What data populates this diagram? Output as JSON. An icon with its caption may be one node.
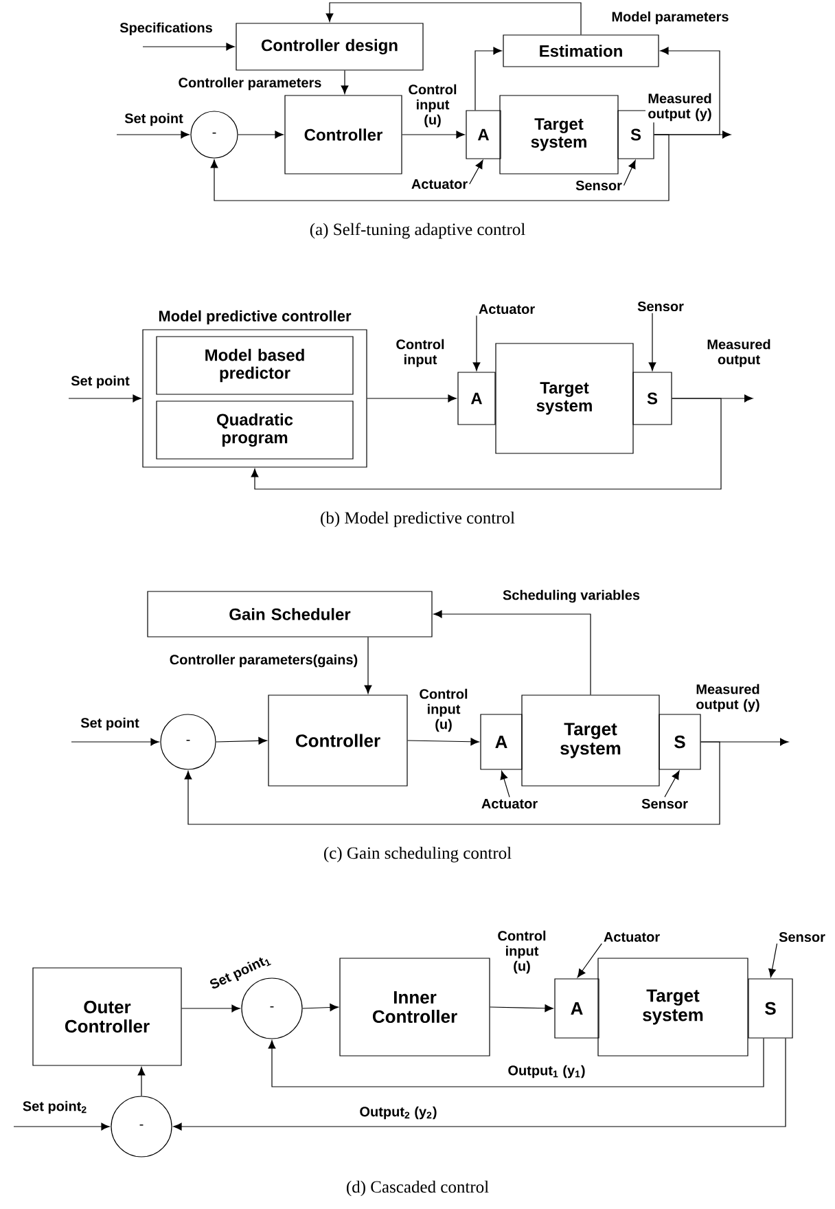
{
  "diagram": {
    "nodes": [
      {
        "text": [
          "Controller design"
        ]
      },
      {
        "text": [
          "Estimation"
        ]
      },
      {
        "text": [
          "-"
        ]
      },
      {
        "text": [
          "Controller"
        ]
      },
      {
        "text": [
          "A"
        ]
      },
      {
        "text": [
          "Target system"
        ]
      },
      {
        "text": [
          "S"
        ]
      },
      {
        "text": [
          "Actuator"
        ]
      },
      {
        "text": [
          "Sensor"
        ]
      },
      {
        "text": [
          "Model predictive controller"
        ]
      },
      {
        "text": [
          "Model based predictor"
        ],
        "in": 9
      },
      {
        "text": [
          "Quadratic program"
        ],
        "in": 9
      },
      {
        "text": [
          "A"
        ]
      },
      {
        "text": [
          "Target system"
        ]
      },
      {
        "text": [
          "S"
        ]
      },
      {
        "text": [
          "Actuator"
        ]
      },
      {
        "text": [
          "Sensor"
        ]
      },
      {
        "text": [
          "Gain Scheduler"
        ]
      },
      {
        "text": [
          "-"
        ]
      },
      {
        "text": [
          "Controller"
        ]
      },
      {
        "text": [
          "A"
        ]
      },
      {
        "text": [
          "Target system"
        ]
      },
      {
        "text": [
          "S"
        ]
      },
      {
        "text": [
          "Actuator"
        ]
      },
      {
        "text": [
          "Sensor"
        ]
      },
      {
        "text": [
          "Outer Controller"
        ]
      },
      {
        "text": [
          "-"
        ]
      },
      {
        "text": [
          "Inner Controller"
        ]
      },
      {
        "text": [
          "A"
        ]
      },
      {
        "text": [
          "Target system"
        ]
      },
      {
        "text": [
          "S"
        ]
      },
      {
        "text": [
          "-"
        ]
      },
      {
        "text": [
          "Actuator"
        ]
      },
      {
        "text": [
          "Sensor"
        ]
      }
    ],
    "edges": [
      {
        "from": null,
        "to": 0,
        "arrow": "to",
        "label": "Specifications"
      },
      {
        "from": 1,
        "to": 0,
        "arrow": "to",
        "label": "Model parameters"
      },
      {
        "from": 0,
        "to": 3,
        "arrow": "to",
        "label": "Controller parameters"
      },
      {
        "from": null,
        "to": 2,
        "arrow": "to",
        "label": "Set point"
      },
      {
        "from": 2,
        "to": 3,
        "arrow": "to"
      },
      {
        "from": 3,
        "to": 4,
        "arrow": "to",
        "label": "Control input (u)"
      },
      {
        "from": 4,
        "to": 1,
        "arrow": "to"
      },
      {
        "from": 6,
        "to": null,
        "arrow": "to",
        "label": "Measured output (y)"
      },
      {
        "from": 6,
        "to": 1,
        "arrow": "to"
      },
      {
        "from": 6,
        "to": 2,
        "arrow": "to"
      },
      {
        "from": 7,
        "to": 4,
        "arrow": "to"
      },
      {
        "from": 8,
        "to": 6,
        "arrow": "to"
      },
      {
        "from": null,
        "to": 9,
        "arrow": "to",
        "label": "Set point"
      },
      {
        "from": 9,
        "to": 12,
        "arrow": "to",
        "label": "Control input"
      },
      {
        "from": 14,
        "to": null,
        "arrow": "to",
        "label": "Measured output"
      },
      {
        "from": 14,
        "to": 9,
        "arrow": "to"
      },
      {
        "from": 15,
        "to": 12,
        "arrow": "to"
      },
      {
        "from": 16,
        "to": 14,
        "arrow": "to"
      },
      {
        "from": 21,
        "to": 17,
        "arrow": "to",
        "label": "Scheduling variables"
      },
      {
        "from": 17,
        "to": 19,
        "arrow": "to",
        "label": "Controller parameters(gains)"
      },
      {
        "from": null,
        "to": 18,
        "arrow": "to",
        "label": "Set point"
      },
      {
        "from": 18,
        "to": 19,
        "arrow": "to"
      },
      {
        "from": 19,
        "to": 20,
        "arrow": "to",
        "label": "Control input (u)"
      },
      {
        "from": 22,
        "to": null,
        "arrow": "to",
        "label": "Measured output (y)"
      },
      {
        "from": 22,
        "to": 18,
        "arrow": "to"
      },
      {
        "from": 23,
        "to": 20,
        "arrow": "to"
      },
      {
        "from": 24,
        "to": 22,
        "arrow": "to"
      },
      {
        "from": 25,
        "to": 26,
        "arrow": "to",
        "label": "Set point$_{1}$"
      },
      {
        "from": 26,
        "to": 27,
        "arrow": "to"
      },
      {
        "from": 27,
        "to": 28,
        "arrow": "to",
        "label": "Control input (u)"
      },
      {
        "from": 30,
        "to": 26,
        "arrow": "to",
        "label": "Output$_{1}$ (y$_{1}$)"
      },
      {
        "from": 30,
        "to": 31,
        "arrow": "to",
        "label": "Output$_{2}$ (y$_{2}$)"
      },
      {
        "from": null,
        "to": 31,
        "arrow": "to",
        "label": "Set point$_{2}$"
      },
      {
        "from": 31,
        "to": 25,
        "arrow": "to"
      },
      {
        "from": 32,
        "to": 28,
        "arrow": "to"
      },
      {
        "from": 33,
        "to": 30,
        "arrow": "to"
      }
    ],
    "labels": [
      "(a) Self-tuning adaptive control",
      "(b) Model predictive control",
      "(c) Gain scheduling control",
      "(d) Cascaded control"
    ]
  }
}
